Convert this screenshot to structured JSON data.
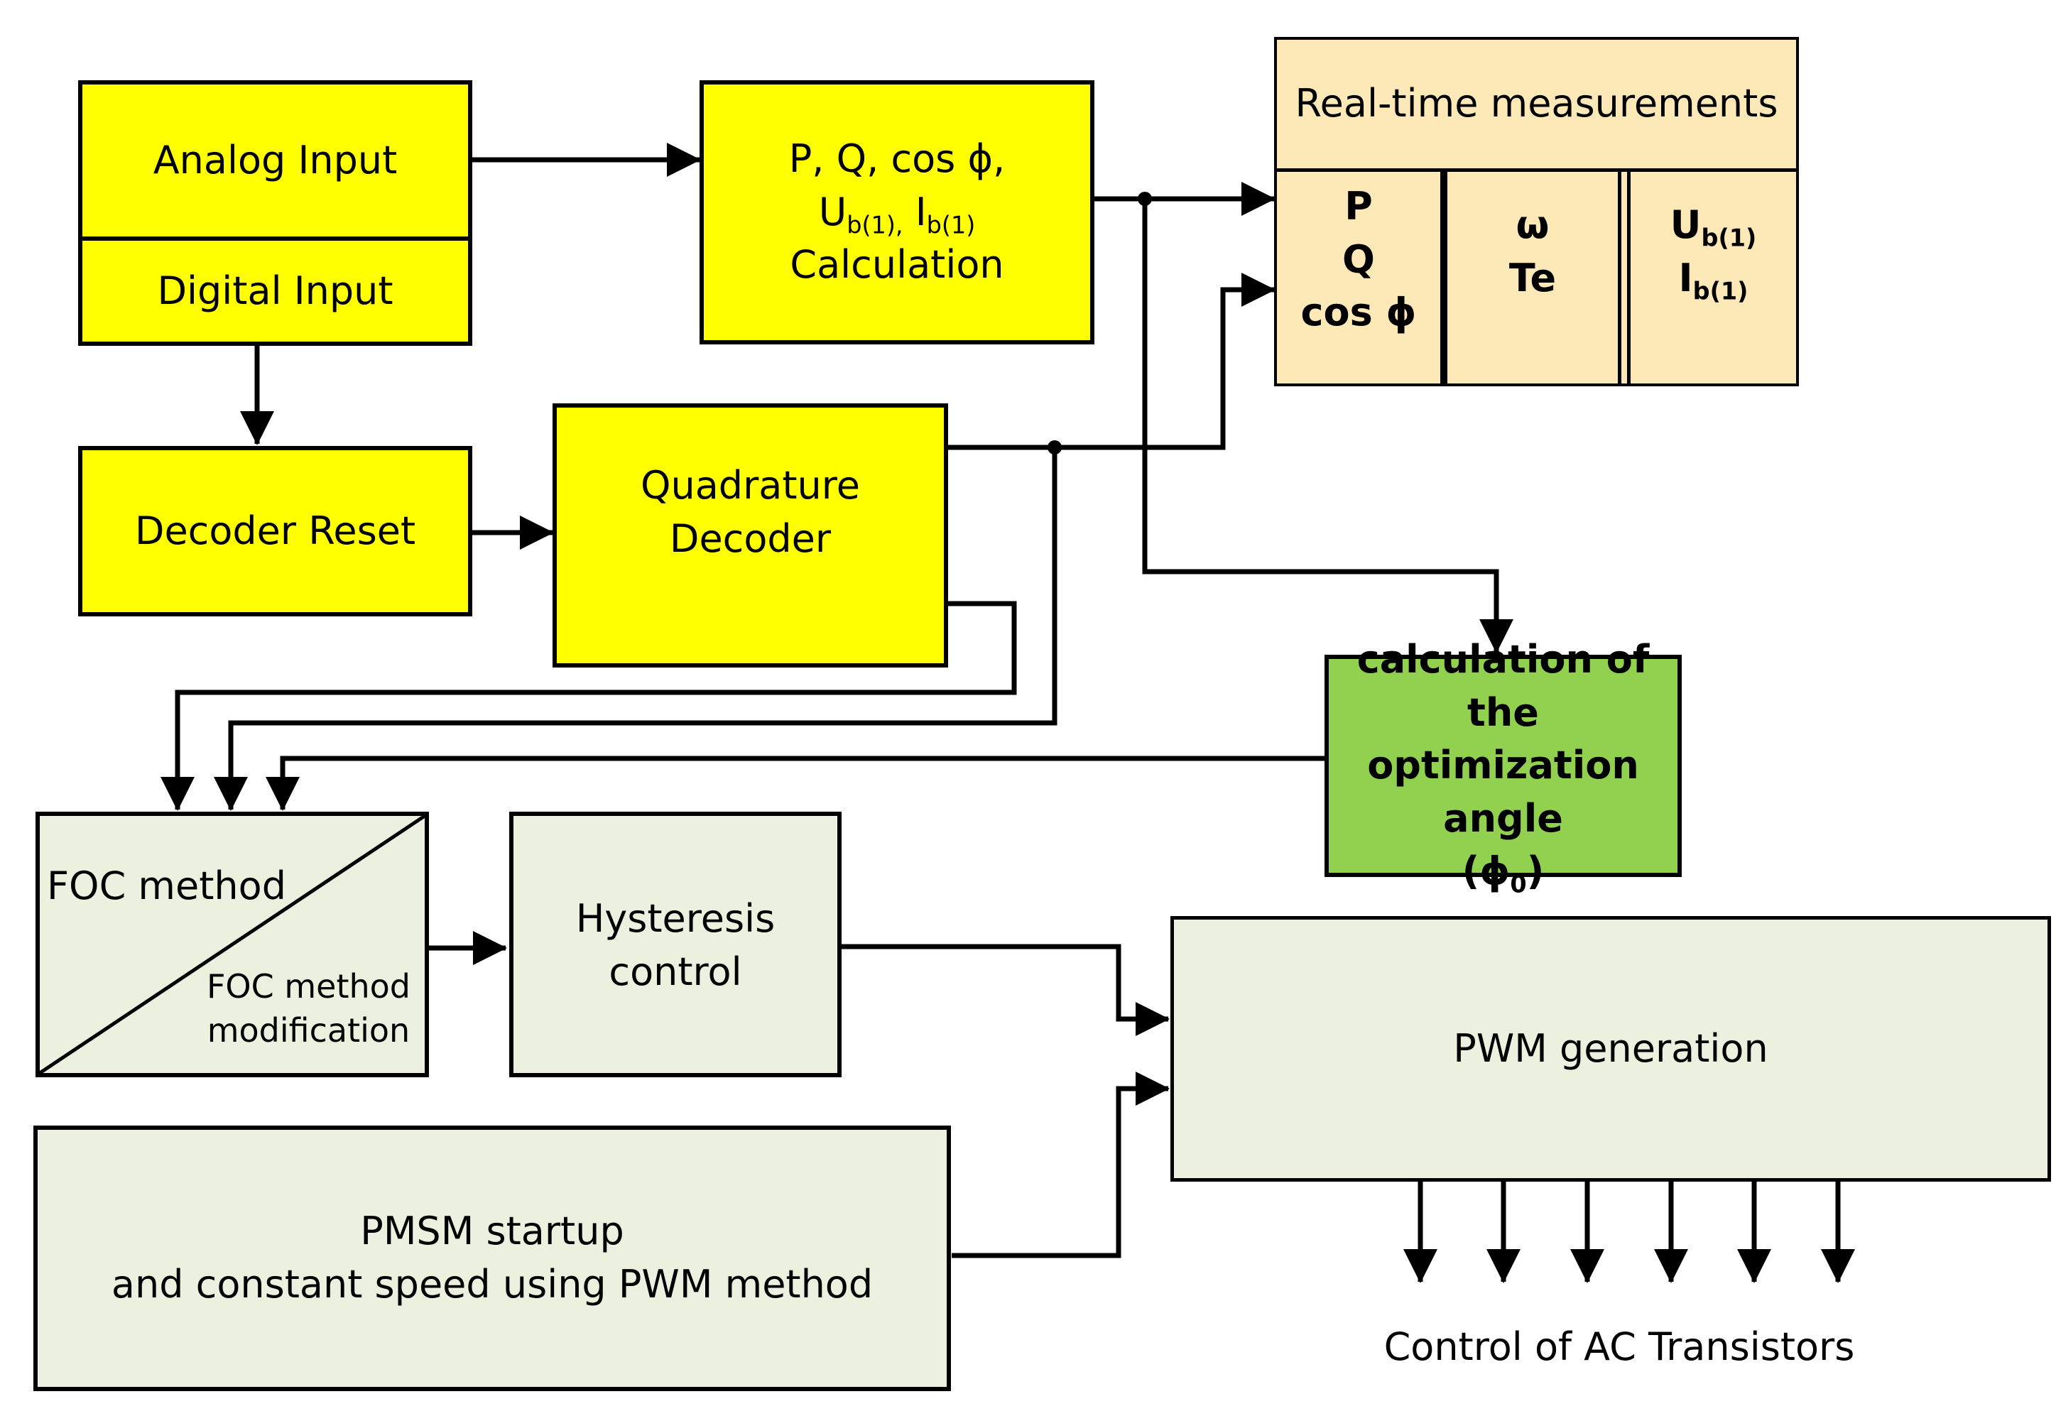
{
  "blocks": {
    "analog_input": "Analog Input",
    "digital_input": "Digital Input",
    "calc": {
      "line1": "P, Q, cos ϕ,",
      "u": "U",
      "u_sub": "b(1),",
      "i": "I",
      "i_sub": "b(1)",
      "line3": "Calculation"
    },
    "decoder_reset": "Decoder Reset",
    "quadrature_decoder": "Quadrature Decoder",
    "realtime": {
      "title": "Real-time measurements",
      "col1": [
        "P",
        "Q",
        "cos ϕ"
      ],
      "col2": [
        "ω",
        "Te"
      ],
      "col3": {
        "u": "U",
        "u_sub": "b(1)",
        "i": "I",
        "i_sub": "b(1)"
      }
    },
    "optimization": {
      "lines": [
        "calculation of the",
        "optimization",
        "angle"
      ],
      "phi_open": "(ϕ",
      "phi_sub": "0",
      "phi_close": ")"
    },
    "foc": {
      "main": "FOC method",
      "mod_line1": "FOC method",
      "mod_line2": "modification"
    },
    "hysteresis": [
      "Hysteresis",
      "control"
    ],
    "pwm_generation": "PWM generation",
    "pmsm_startup": [
      "PMSM startup",
      "and constant speed using PWM method"
    ],
    "output_label": "Control of AC Transistors"
  },
  "colors": {
    "yellow": "#ffff00",
    "light_green": "#ebf1de",
    "peach": "#fde9b8",
    "green": "#92d050",
    "line": "#000000"
  }
}
